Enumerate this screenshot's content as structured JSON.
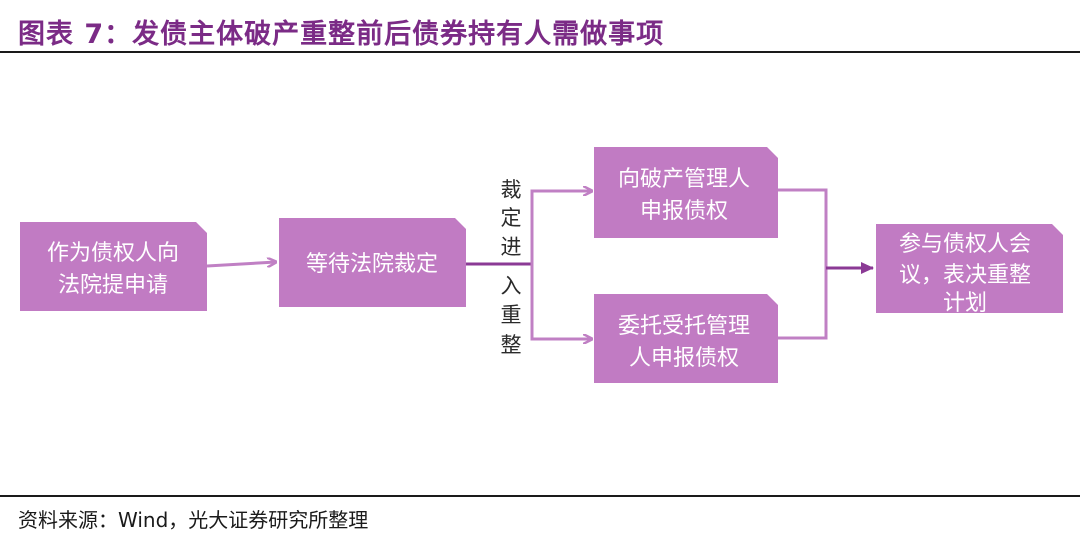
{
  "title": "图表 7：发债主体破产重整前后债券持有人需做事项",
  "source": "资料来源：Wind，光大证券研究所整理",
  "nodes": {
    "creditor": [
      "作为债权人向",
      "法院提申请"
    ],
    "await": [
      "等待法院裁定"
    ],
    "report_direct": [
      "向破产管理人",
      "申报债权"
    ],
    "report_trustee": [
      "委托受托管理",
      "人申报债权"
    ],
    "meeting": [
      "参与债权人会",
      "议，表决重整",
      "计划"
    ]
  },
  "edge_label": [
    "裁",
    "定",
    "进",
    "入",
    "重",
    "整"
  ],
  "colors": {
    "title": "#7b2b86",
    "box": "#c17bc3",
    "connector": "#c080c4",
    "connector_dark": "#8b3a95"
  }
}
